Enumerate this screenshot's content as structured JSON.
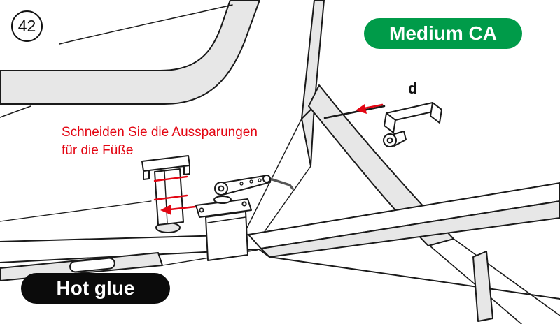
{
  "step_badge": {
    "number": "42"
  },
  "glue_badges": {
    "medium_ca": {
      "label": "Medium CA",
      "bg_color": "#009B49",
      "text_color": "#FFFFFF"
    },
    "hot_glue": {
      "label": "Hot glue",
      "bg_color": "#0B0B0B",
      "text_color": "#FFFFFF"
    }
  },
  "annotations": {
    "cut_instruction": {
      "line1": "Schneiden Sie die Aussparungen",
      "line2": "für die Füße",
      "color": "#E30613"
    },
    "part_label_d": "d"
  },
  "illustration_colors": {
    "line": "#1A1A1A",
    "gray_fill": "#E7E7E7",
    "accent_red": "#E30613"
  }
}
